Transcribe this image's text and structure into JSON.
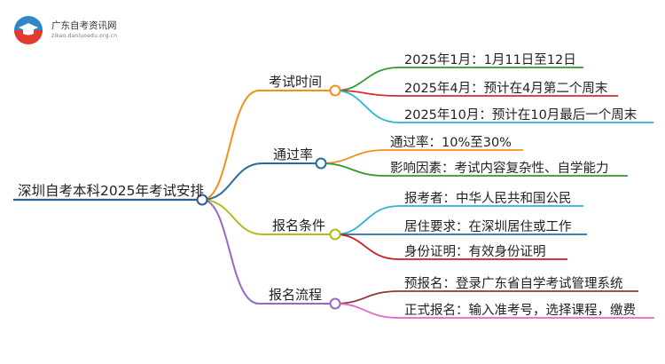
{
  "logo": {
    "name": "广东自考资讯网",
    "url": "zikao.danluoedu.org.cn"
  },
  "colors": {
    "root": "#2b5f8a",
    "branch1": "#f39019",
    "branch2": "#2a6d9d",
    "branch3": "#b7b91c",
    "branch4": "#9768c7",
    "l11": "#2f9a2f",
    "l12": "#d32f2f",
    "l13": "#2bb4d4",
    "l21": "#f39019",
    "l22": "#2f9a2f",
    "l31": "#2bb4d4",
    "l32": "#2a6d9d",
    "l33": "#c8201e",
    "l41": "#8b3a3a",
    "l42": "#e866c4"
  },
  "root": "深圳自考本科2025年考试安排",
  "branches": [
    {
      "label": "考试时间",
      "children": [
        "2025年1月：1月11日至12日",
        "2025年4月：预计在4月第二个周末",
        "2025年10月：预计在10月最后一个周末"
      ]
    },
    {
      "label": "通过率",
      "children": [
        "通过率：10%至30%",
        "影响因素：考试内容复杂性、自学能力"
      ]
    },
    {
      "label": "报名条件",
      "children": [
        "报考者：中华人民共和国公民",
        "居住要求：在深圳居住或工作",
        "身份证明：有效身份证明"
      ]
    },
    {
      "label": "报名流程",
      "children": [
        "预报名：登录广东省自学考试管理系统",
        "正式报名：输入准考号，选择课程，缴费"
      ]
    }
  ]
}
